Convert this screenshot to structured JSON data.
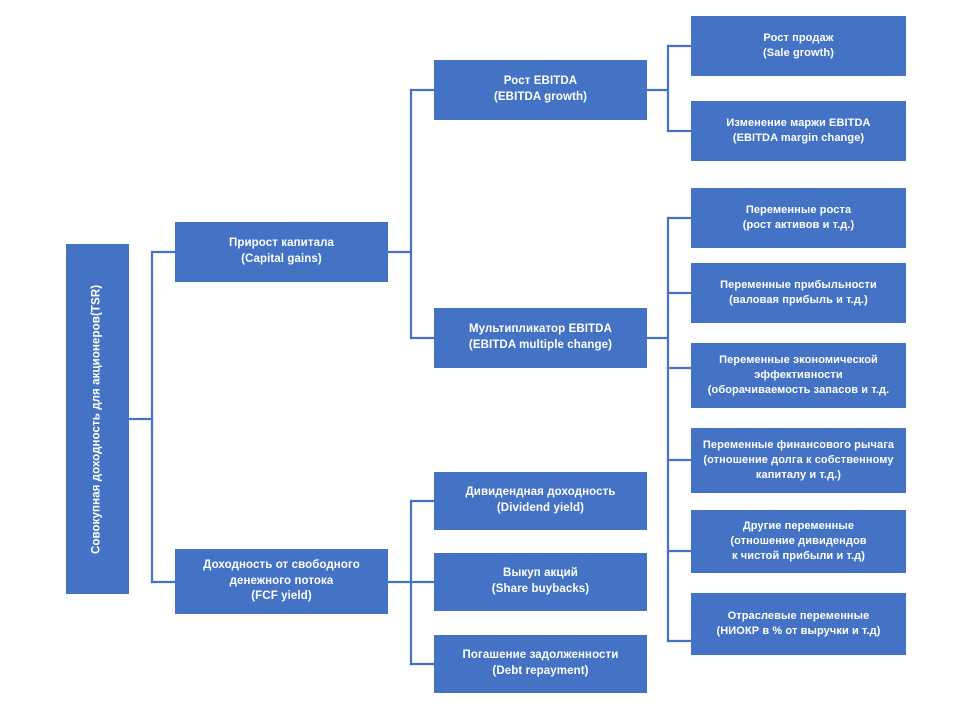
{
  "diagram": {
    "title": "Total Shareholder Return (TSR) decomposition tree",
    "type": "tree",
    "orientation": "left-to-right",
    "background_color": "#FFFFFF",
    "node_fill_color": "#4472C4",
    "node_text_color": "#FFFFFF",
    "connector_color": "#4472C4"
  },
  "nodes": {
    "root": {
      "id": "tsr",
      "level": 0,
      "line1": "Совокупная доходность для акционеров",
      "line2": "(TSR)",
      "orientation": "vertical-text"
    },
    "level1": [
      {
        "id": "capital-gains",
        "line1": "Прирост капитала",
        "line2": "(Capital gains)"
      },
      {
        "id": "fcf-yield",
        "line1": "Доходность от свободного",
        "line2": "денежного потока",
        "line3": "(FCF yield)"
      }
    ],
    "level2": [
      {
        "id": "ebitda-growth",
        "parent": "capital-gains",
        "line1": "Рост EBITDA",
        "line2": "(EBITDA growth)"
      },
      {
        "id": "ebitda-multiple",
        "parent": "capital-gains",
        "line1": "Мультипликатор EBITDA",
        "line2": "(EBITDA multiple change)"
      },
      {
        "id": "dividend-yield",
        "parent": "fcf-yield",
        "line1": "Дивидендная доходность",
        "line2": "(Dividend yield)"
      },
      {
        "id": "share-buybacks",
        "parent": "fcf-yield",
        "line1": "Выкуп акций",
        "line2": "(Share buybacks)"
      },
      {
        "id": "debt-repayment",
        "parent": "fcf-yield",
        "line1": "Погашение задолженности",
        "line2": "(Debt repayment)"
      }
    ],
    "level3": [
      {
        "id": "sale-growth",
        "parent": "ebitda-growth",
        "line1": "Рост продаж",
        "line2": "(Sale growth)"
      },
      {
        "id": "ebitda-margin-change",
        "parent": "ebitda-growth",
        "line1": "Изменение маржи EBITDA",
        "line2": "(EBITDA margin change)"
      },
      {
        "id": "growth-variables",
        "parent": "ebitda-multiple",
        "line1": "Переменные роста",
        "line2": "(рост активов и т.д.)"
      },
      {
        "id": "profitability-variables",
        "parent": "ebitda-multiple",
        "line1": "Переменные прибыльности",
        "line2": "(валовая прибыль и т.д.)"
      },
      {
        "id": "economic-efficiency-variables",
        "parent": "ebitda-multiple",
        "line1": "Переменные экономической",
        "line2": "эффективности",
        "line3": "(оборачиваемость запасов и т.д."
      },
      {
        "id": "leverage-variables",
        "parent": "ebitda-multiple",
        "line1": "Переменные финансового рычага",
        "line2": "(отношение долга к собственному",
        "line3": "капиталу и т.д.)"
      },
      {
        "id": "other-variables",
        "parent": "ebitda-multiple",
        "line1": "Другие переменные",
        "line2": "(отношение дивидендов",
        "line3": "к чистой прибыли и т.д)"
      },
      {
        "id": "industry-variables",
        "parent": "ebitda-multiple",
        "line1": "Отраслевые переменные",
        "line2": "(НИОКР в % от выручки и т.д)"
      }
    ]
  }
}
